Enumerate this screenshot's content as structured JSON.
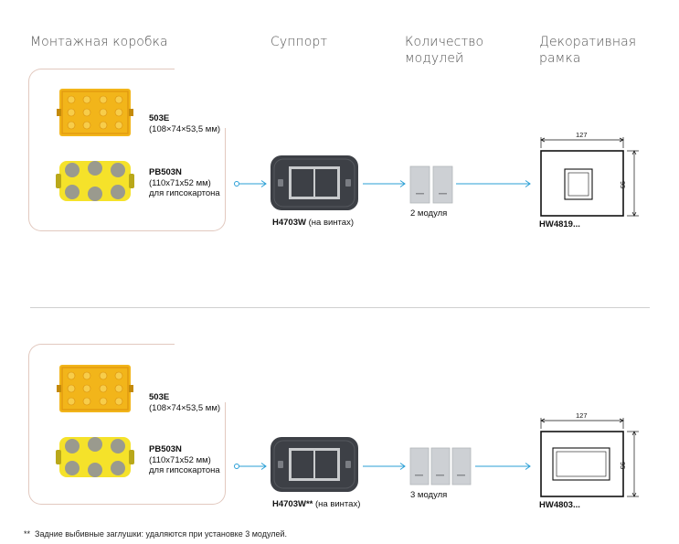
{
  "headers": {
    "box": "Монтажная коробка",
    "support": "Суппорт",
    "modules": "Количество модулей",
    "frame": "Декоративная рамка"
  },
  "sections": [
    {
      "box1": {
        "code": "503E",
        "desc": "(108×74×53,5 мм)"
      },
      "box2": {
        "code": "PB503N",
        "desc1": "(110x71x52 мм)",
        "desc2": "для гипсокартона"
      },
      "support": {
        "code": "H4703W",
        "note": "(на винтах)"
      },
      "modules": {
        "count_label": "2 модуля",
        "count": 2
      },
      "frame": {
        "code": "HW4819...",
        "width": "127",
        "height": "95"
      }
    },
    {
      "box1": {
        "code": "503E",
        "desc": "(108×74×53,5 мм)"
      },
      "box2": {
        "code": "PB503N",
        "desc1": "(110x71x52 мм)",
        "desc2": "для гипсокартона"
      },
      "support": {
        "code": "H4703W**",
        "note": "(на винтах)"
      },
      "modules": {
        "count_label": "3 модуля",
        "count": 3
      },
      "frame": {
        "code": "HW4803...",
        "width": "127",
        "height": "95"
      }
    }
  ],
  "footnote": {
    "mark": "**",
    "text": "Задние выбивные заглушки: удаляются при установке 3 модулей."
  },
  "colors": {
    "arrow": "#2a9fd6",
    "box_orange": "#f2b51a",
    "box_yellow": "#f5e22a",
    "support_dark": "#3d4046",
    "module_grey": "#cdd0d4",
    "group_border": "#e2c9bf"
  }
}
